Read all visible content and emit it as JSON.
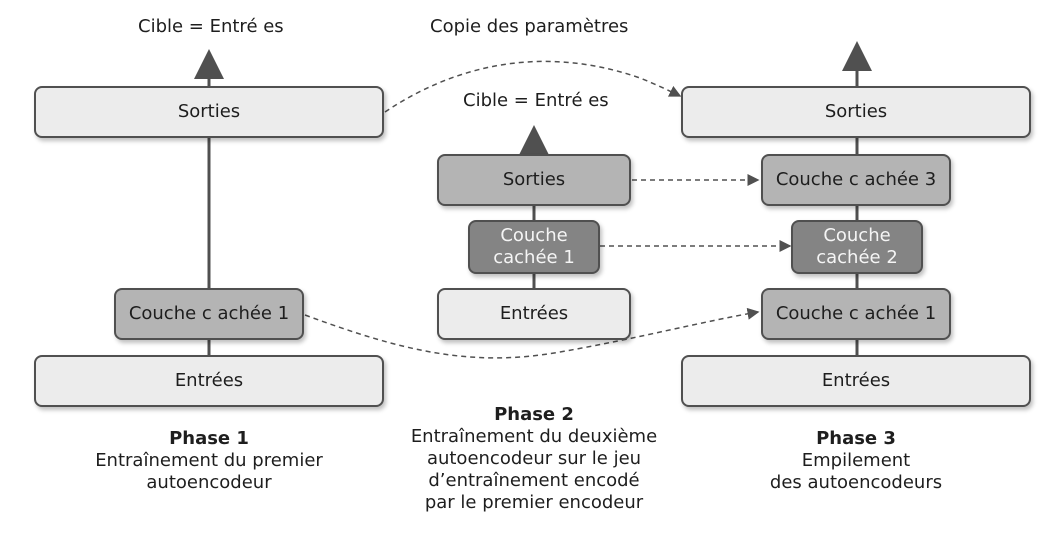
{
  "labels": {
    "p1_target": "Cible = Entré es",
    "copy_params": "Copie des paramètres",
    "p2_target": "Cible = Entré es"
  },
  "phase1": {
    "outputs": "Sorties",
    "hidden": "Couche c achée 1",
    "inputs": "Entrées"
  },
  "phase2": {
    "outputs": "Sorties",
    "hidden_line1": "Couche",
    "hidden_line2": "cachée 1",
    "inputs": "Entrées"
  },
  "phase3": {
    "outputs": "Sorties",
    "hidden3": "Couche c achée 3",
    "hidden2_line1": "Couche",
    "hidden2_line2": "cachée 2",
    "hidden1": "Couche c achée 1",
    "inputs": "Entrées"
  },
  "captions": {
    "p1": {
      "title": "Phase 1",
      "lines": [
        "Entraînement du premier",
        "autoencodeur"
      ]
    },
    "p2": {
      "title": "Phase 2",
      "lines": [
        "Entraînement du deuxième",
        "autoencodeur sur le jeu",
        "d’entraînement encodé",
        "par le premier encodeur"
      ]
    },
    "p3": {
      "title": "Phase 3",
      "lines": [
        "Empilement",
        "des autoencodeurs"
      ]
    }
  },
  "colors": {
    "light_box": "#ececec",
    "mid_box": "#b4b4b4",
    "dark_box": "#848484",
    "stroke": "#505050"
  }
}
